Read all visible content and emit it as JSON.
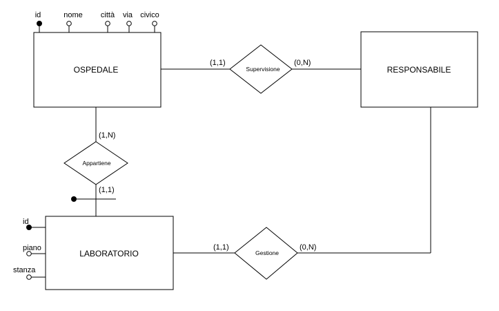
{
  "entities": {
    "ospedale": "OSPEDALE",
    "responsabile": "RESPONSABILE",
    "laboratorio": "LABORATORIO"
  },
  "relationships": {
    "supervisione": "Supervisione",
    "appartiene": "Appartiene",
    "gestione": "Gestione"
  },
  "attributes": {
    "ospedale": [
      "id",
      "nome",
      "città",
      "via",
      "civico"
    ],
    "laboratorio": [
      "id",
      "piano",
      "stanza"
    ]
  },
  "cardinalities": {
    "ospedale_supervisione": "(1,1)",
    "responsabile_supervisione": "(0,N)",
    "ospedale_appartiene": "(1,N)",
    "laboratorio_appartiene": "(1,1)",
    "laboratorio_gestione": "(1,1)",
    "responsabile_gestione": "(0,N)"
  }
}
